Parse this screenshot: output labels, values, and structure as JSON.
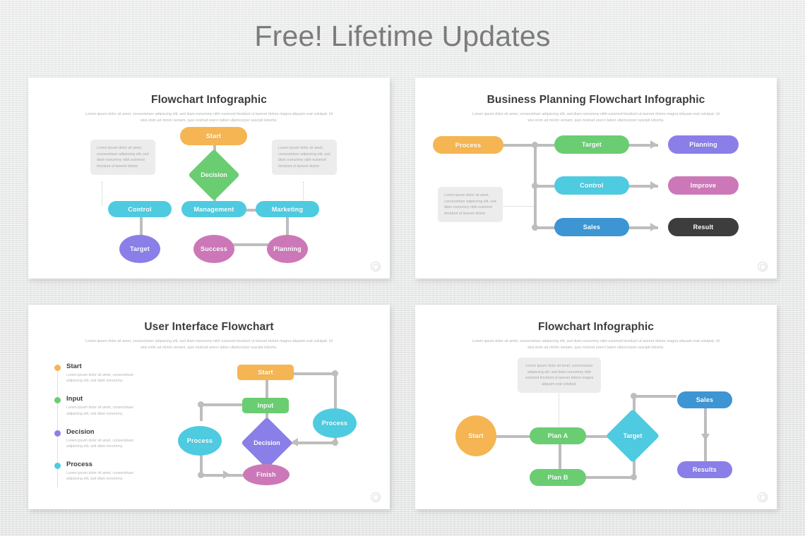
{
  "page": {
    "title": "Free! Lifetime Updates",
    "background_color": "#e9eaea",
    "title_color": "#7b7b7b"
  },
  "palette": {
    "orange": "#f5b553",
    "green": "#6ac islands",
    "green_flat": "#6acd72",
    "cyan": "#4ecbe0",
    "blue": "#3d95d4",
    "purple": "#8a7fe8",
    "pink": "#cc78b8",
    "dark": "#3d3d3d",
    "connector": "#bdbdbd",
    "note_bg": "#ececec",
    "note_text": "#a9a9a9"
  },
  "lorem_long": "Lorem ipsum dolor sit amet, consectetuer adipiscing elit, sed diam nonummy nibh euismod tincidunt ut laoreet dolore magna aliquam erat volutpat. Ut wisi enim ad minim veniam, quis nostrud exerci tation ullamcorper suscipit lobortis.",
  "lorem_note": "Lorem ipsum dolor sit amet, consectetuer adipiscing elit, sed diam nonummy nibh euismod tincidunt ut laoreet dolore",
  "lorem_note_long": "Lorem ipsum dolor sit amet, consectetuer adipiscing elit, sed diam nonummy nibh euismod tincidunt ut laoreet dolore magna aliquam erat volutpat.",
  "lorem_short": "Lorem ipsum dolor sit amet, consectetuer adipiscing elit, sed diam nonummy.",
  "cards": [
    {
      "id": "card-1",
      "title": "Flowchart Infographic",
      "nodes": {
        "start": "Start",
        "decision": "Decision",
        "control": "Control",
        "management": "Management",
        "marketing": "Marketing",
        "target": "Target",
        "success": "Success",
        "planning": "Planning"
      },
      "notes": {
        "left": "Lorem ipsum dolor sit amet, consectetuer adipiscing elit, sed diam nonummy nibh euismod tincidunt ut laoreet dolore",
        "right": "Lorem ipsum dolor sit amet, consectetuer adipiscing elit, sed diam nonummy nibh euismod tincidunt ut laoreet dolore"
      }
    },
    {
      "id": "card-2",
      "title": "Business Planning Flowchart Infographic",
      "nodes": {
        "process": "Process",
        "target": "Target",
        "planning": "Planning",
        "control": "Control",
        "improve": "Improve",
        "sales": "Sales",
        "result": "Result"
      },
      "notes": {
        "left": "Lorem ipsum dolor sit amet, consectetuer adipiscing elit, sed diam nonummy nibh euismod tincidunt ut laoreet dolore"
      }
    },
    {
      "id": "card-3",
      "title": "User Interface Flowchart",
      "nodes": {
        "start": "Start",
        "input": "Input",
        "process_right": "Process",
        "process_left": "Process",
        "decision": "Decision",
        "finish": "Finish"
      },
      "legend": [
        {
          "label": "Start",
          "color": "#f5b553",
          "desc": "Lorem ipsum dolor sit amet, consectetuer adipiscing elit, sed diam nonummy."
        },
        {
          "label": "Input",
          "color": "#6acd72",
          "desc": "Lorem ipsum dolor sit amet, consectetuer adipiscing elit, sed diam nonummy."
        },
        {
          "label": "Decision",
          "color": "#8a7fe8",
          "desc": "Lorem ipsum dolor sit amet, consectetuer adipiscing elit, sed diam nonummy."
        },
        {
          "label": "Process",
          "color": "#4ecbe0",
          "desc": "Lorem ipsum dolor sit amet, consectetuer adipiscing elit, sed diam nonummy."
        }
      ]
    },
    {
      "id": "card-4",
      "title": "Flowchart Infographic",
      "nodes": {
        "start": "Start",
        "plan_a": "Plan A",
        "plan_b": "Plan B",
        "target": "Target",
        "sales": "Sales",
        "results": "Results"
      },
      "notes": {
        "top": "Lorem ipsum dolor sit amet, consectetuer adipiscing elit, sed diam nonummy nibh euismod tincidunt ut laoreet dolore magna aliquam erat volutpat."
      }
    }
  ]
}
